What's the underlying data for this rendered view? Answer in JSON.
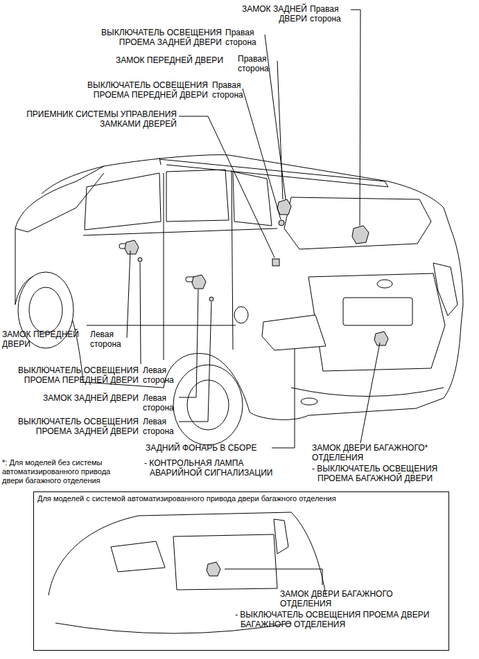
{
  "diagram": {
    "nodes": [
      {
        "text": [
          "Для моделей с системой автоматизированного привода двери багажного отделения",
          "ЗАМОК ДВЕРИ БАГАЖНОГО ОТДЕЛЕНИЯ",
          "- ВЫКЛЮЧАТЕЛЬ ОСВЕЩЕНИЯ ПРОЕМА ДВЕРИ БАГАЖНОГО ОТДЕЛЕНИЯ"
        ]
      }
    ],
    "labels": [
      "ЗАМОК ЗАДНЕЙ ДВЕРИ",
      "Правая сторона",
      "ВЫКЛЮЧАТЕЛЬ ОСВЕЩЕНИЯ ПРОЕМА ЗАДНЕЙ ДВЕРИ",
      "Правая сторона",
      "ЗАМОК ПЕРЕДНЕЙ ДВЕРИ",
      "Правая сторона",
      "ВЫКЛЮЧАТЕЛЬ ОСВЕЩЕНИЯ ПРОЕМА ПЕРЕДНЕЙ ДВЕРИ",
      "Правая сторона",
      "ПРИЕМНИК СИСТЕМЫ УПРАВЛЕНИЯ ЗАМКАМИ ДВЕРЕЙ",
      "ЗАМОК ПЕРЕДНЕЙ ДВЕРИ",
      "Левая сторона",
      "ВЫКЛЮЧАТЕЛЬ ОСВЕЩЕНИЯ ПРОЕМА ПЕРЕДНЕЙ ДВЕРИ",
      "Левая сторона",
      "ЗАМОК ЗАДНЕЙ ДВЕРИ",
      "Левая сторона",
      "ВЫКЛЮЧАТЕЛЬ ОСВЕЩЕНИЯ ПРОЕМА ЗАДНЕЙ ДВЕРИ",
      "Левая сторона",
      "ЗАДНИЙ ФОНАРЬ В СБОРЕ",
      "- КОНТРОЛЬНАЯ ЛАМПА АВАРИЙНОЙ СИГНАЛИЗАЦИИ",
      "ЗАМОК ДВЕРИ БАГАЖНОГО* ОТДЕЛЕНИЯ",
      "- ВЫКЛЮЧАТЕЛЬ ОСВЕЩЕНИЯ ПРОЕМА БАГАЖНОЙ ДВЕРИ",
      "*: Для моделей без системы автоматизированного привода двери багажного отделения"
    ]
  }
}
